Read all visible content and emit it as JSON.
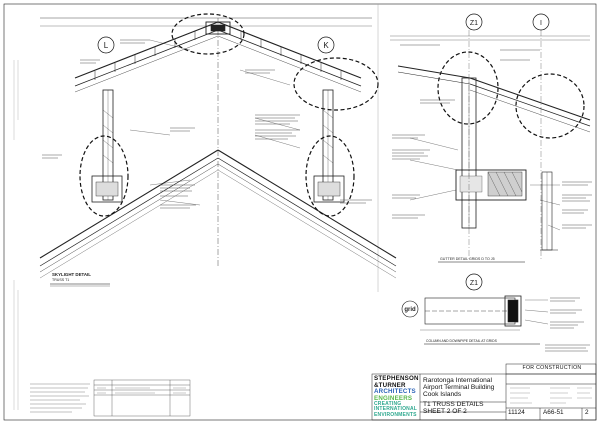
{
  "callouts": {
    "L": "L",
    "K": "K",
    "Z1_top": "Z1",
    "I": "I",
    "Z1_bottom": "Z1"
  },
  "grid_marker": "grid",
  "details": {
    "skylight_title": "SKYLIGHT DETAIL",
    "skylight_sub": "TRUSS T1",
    "gutter_title": "GUTTER DETAIL GRIDS D TO J5",
    "column_title": "COLUMN AND DOWNPIPE DETAIL AT GRIDS"
  },
  "title_block": {
    "status": "FOR CONSTRUCTION",
    "firm_lines": [
      "STEPHENSON",
      "&TURNER",
      "ARCHITECTS",
      "ENGINEERS",
      "CREATING",
      "INTERNATIONAL",
      "ENVIRONMENTS"
    ],
    "project_line1": "Rarotonga International",
    "project_line2": "Airport Terminal Building",
    "project_line3": "Cook Islands",
    "sheet_title1": "T1 TRUSS DETAILS",
    "sheet_title2": "SHEET 2 OF 2",
    "job_number": "11124",
    "drawing_number": "A66-51",
    "revision": "2"
  },
  "colors": {
    "ink": "#111111",
    "firm_blue": "#2a63b8",
    "firm_green": "#58b84a",
    "firm_teal": "#2ea88f"
  }
}
